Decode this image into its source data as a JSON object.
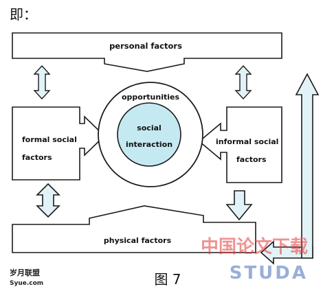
{
  "intro_text": "即：",
  "caption": "图 7",
  "boxes": {
    "personal": "personal factors",
    "formal_line1": "formal social",
    "formal_line2": "factors",
    "informal_line1": "informal social",
    "informal_line2": "factors",
    "physical": "physical factors"
  },
  "circle": {
    "outer_label": "opportunities",
    "inner_line1": "social",
    "inner_line2": "interaction"
  },
  "watermarks": {
    "left_top": "岁月联盟",
    "left_bottom": "Syue.com",
    "right_cn": "中国论文下载",
    "right_en": "STUDA"
  },
  "colors": {
    "arrow_fill": "#e2f3f7",
    "inner_circle": "#c5e9f1",
    "stroke": "#1a1a1a",
    "watermark_red": "#e53a3a",
    "watermark_blue": "#1f4fa8"
  }
}
